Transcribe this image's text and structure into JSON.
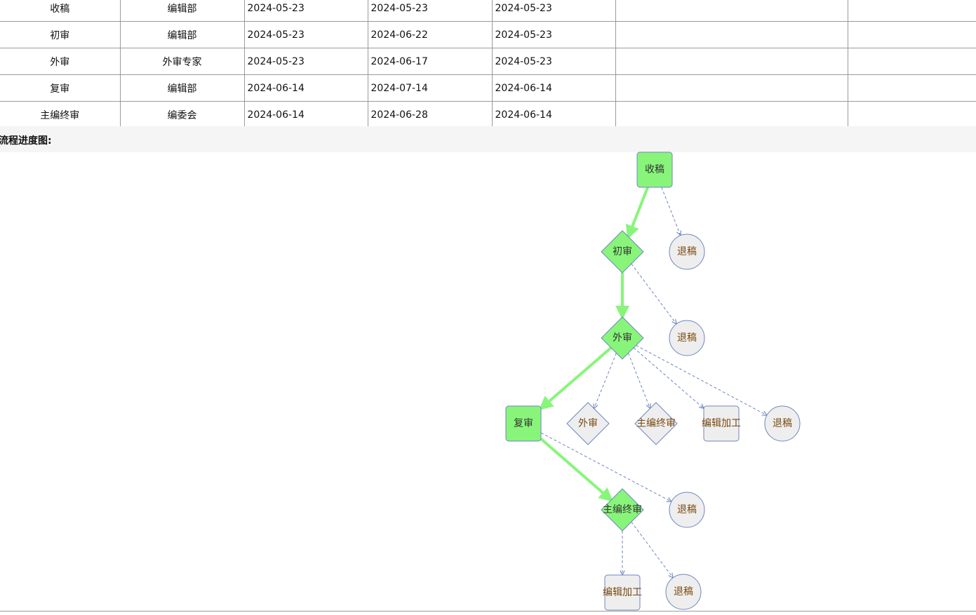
{
  "table": {
    "rows": [
      {
        "step": "收稿",
        "dept": "编辑部",
        "d1": "2024-05-23",
        "d2": "2024-05-23",
        "d3": "2024-05-23"
      },
      {
        "step": "初审",
        "dept": "编辑部",
        "d1": "2024-05-23",
        "d2": "2024-06-22",
        "d3": "2024-05-23"
      },
      {
        "step": "外审",
        "dept": "外审专家",
        "d1": "2024-05-23",
        "d2": "2024-06-17",
        "d3": "2024-05-23"
      },
      {
        "step": "复审",
        "dept": "编辑部",
        "d1": "2024-06-14",
        "d2": "2024-07-14",
        "d3": "2024-06-14"
      },
      {
        "step": "主编终审",
        "dept": "编委会",
        "d1": "2024-06-14",
        "d2": "2024-06-28",
        "d3": "2024-06-14"
      }
    ]
  },
  "section": {
    "title": "流程进度图:"
  },
  "flow": {
    "colors": {
      "active_fill": "#88f57a",
      "inactive_fill": "#eeeeee",
      "stroke": "#6d86c0",
      "active_edge": "#88f57a",
      "dashed_edge": "#6d86c0",
      "active_text": "#333333",
      "inactive_text": "#7a4a10"
    },
    "nodes": [
      {
        "id": "n_shougao",
        "label": "收稿",
        "shape": "rect",
        "active": true
      },
      {
        "id": "n_chushen",
        "label": "初审",
        "shape": "diamond",
        "active": true
      },
      {
        "id": "n_tuigao1",
        "label": "退稿",
        "shape": "circle",
        "active": false
      },
      {
        "id": "n_waishen",
        "label": "外审",
        "shape": "diamond",
        "active": true
      },
      {
        "id": "n_tuigao2",
        "label": "退稿",
        "shape": "circle",
        "active": false
      },
      {
        "id": "n_fushen",
        "label": "复审",
        "shape": "rect",
        "active": true
      },
      {
        "id": "n_waishen2",
        "label": "外审",
        "shape": "diamond",
        "active": false
      },
      {
        "id": "n_zhubian1",
        "label": "主编终审",
        "shape": "diamond",
        "active": false
      },
      {
        "id": "n_bianji1",
        "label": "编辑加工",
        "shape": "rect",
        "active": false
      },
      {
        "id": "n_tuigao3",
        "label": "退稿",
        "shape": "circle",
        "active": false
      },
      {
        "id": "n_zhubian2",
        "label": "主编终审",
        "shape": "diamond",
        "active": true
      },
      {
        "id": "n_tuigao4",
        "label": "退稿",
        "shape": "circle",
        "active": false
      },
      {
        "id": "n_bianji2",
        "label": "编辑加工",
        "shape": "rect",
        "active": false
      },
      {
        "id": "n_tuigao5",
        "label": "退稿",
        "shape": "circle",
        "active": false
      }
    ],
    "edges": [
      {
        "from": "n_shougao",
        "to": "n_chushen",
        "active": true
      },
      {
        "from": "n_shougao",
        "to": "n_tuigao1",
        "active": false
      },
      {
        "from": "n_chushen",
        "to": "n_waishen",
        "active": true
      },
      {
        "from": "n_chushen",
        "to": "n_tuigao2",
        "active": false
      },
      {
        "from": "n_waishen",
        "to": "n_fushen",
        "active": true
      },
      {
        "from": "n_waishen",
        "to": "n_waishen2",
        "active": false
      },
      {
        "from": "n_waishen",
        "to": "n_zhubian1",
        "active": false
      },
      {
        "from": "n_waishen",
        "to": "n_bianji1",
        "active": false
      },
      {
        "from": "n_waishen",
        "to": "n_tuigao3",
        "active": false
      },
      {
        "from": "n_fushen",
        "to": "n_zhubian2",
        "active": true
      },
      {
        "from": "n_fushen",
        "to": "n_tuigao4",
        "active": false
      },
      {
        "from": "n_zhubian2",
        "to": "n_bianji2",
        "active": false
      },
      {
        "from": "n_zhubian2",
        "to": "n_tuigao5",
        "active": false
      }
    ]
  }
}
